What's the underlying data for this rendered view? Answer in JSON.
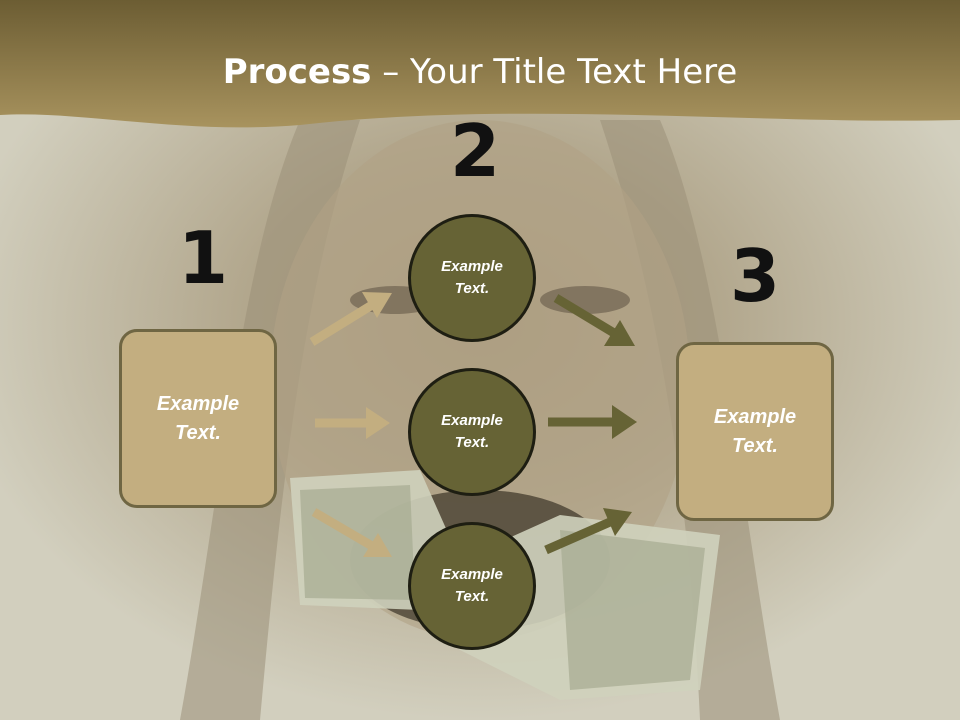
{
  "title": {
    "bold": "Process",
    "rest": " – Your Title Text Here"
  },
  "steps": [
    "1",
    "2",
    "3"
  ],
  "left_box": {
    "label": "Example Text."
  },
  "right_box": {
    "label": "Example Text."
  },
  "circles": [
    {
      "label": "Example Text."
    },
    {
      "label": "Example Text."
    },
    {
      "label": "Example Text."
    }
  ],
  "colors": {
    "banner": "#8e7c45",
    "box_fill": "#c3ae80",
    "circle_fill": "#666335",
    "arrow_light": "#c3ae80",
    "arrow_dark": "#666335"
  }
}
